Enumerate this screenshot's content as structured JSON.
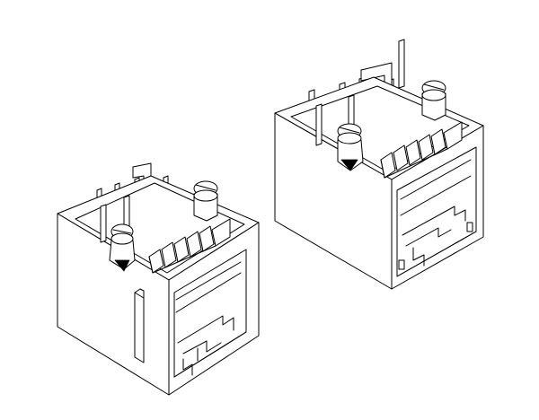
{
  "figure": {
    "background": "#ffffff",
    "line_color": "#000000",
    "subject": "rj45-modular-jack-connector",
    "views": [
      {
        "id": "small-jack",
        "pins": 5,
        "mounting_posts": 2
      },
      {
        "id": "large-jack",
        "pins": 5,
        "mounting_posts": 2
      }
    ]
  }
}
